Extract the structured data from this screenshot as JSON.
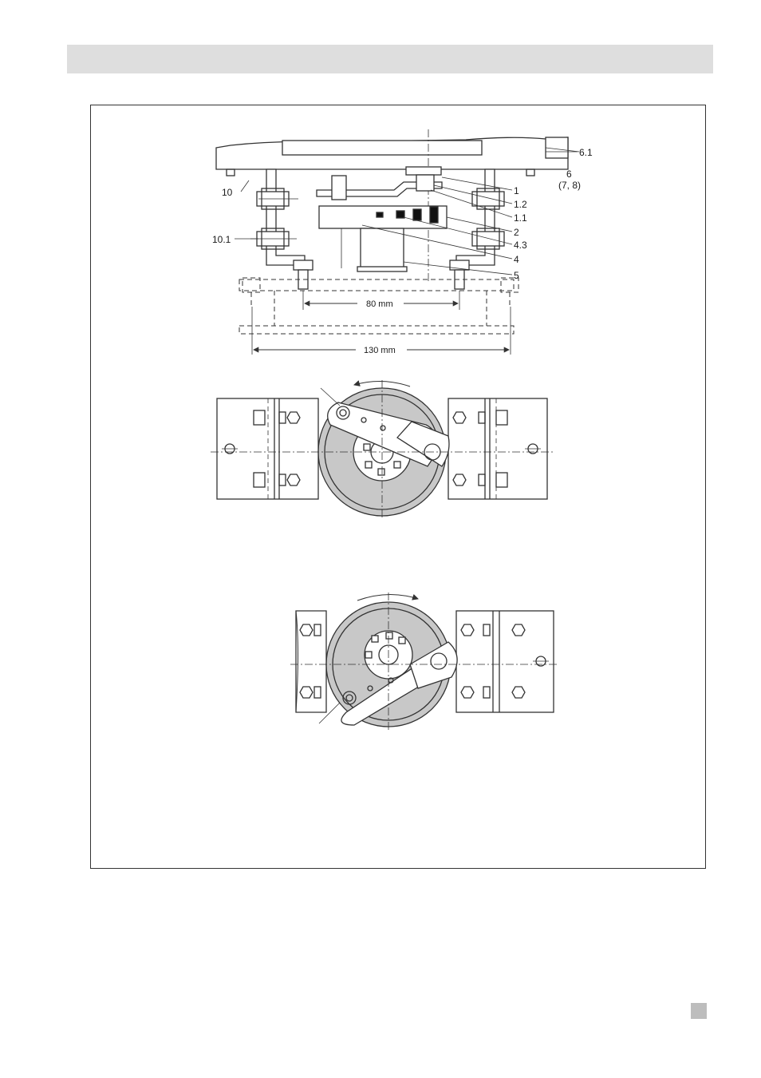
{
  "header": {
    "fill": "#dedede"
  },
  "diagram": {
    "labels": {
      "l_6_1": "6.1",
      "l_6": "6",
      "l_7_8": "(7, 8)",
      "l_1": "1",
      "l_1_2": "1.2",
      "l_1_1": "1.1",
      "l_2": "2",
      "l_4_3": "4.3",
      "l_4": "4",
      "l_5": "5",
      "l_10": "10",
      "l_10_1": "10.1"
    },
    "dimensions": {
      "d80": "80 mm",
      "d130": "130 mm"
    },
    "colors": {
      "line": "#333333",
      "disc": "#c8c8c8"
    }
  },
  "footer": {
    "marker_color": "#bdbdbd"
  }
}
